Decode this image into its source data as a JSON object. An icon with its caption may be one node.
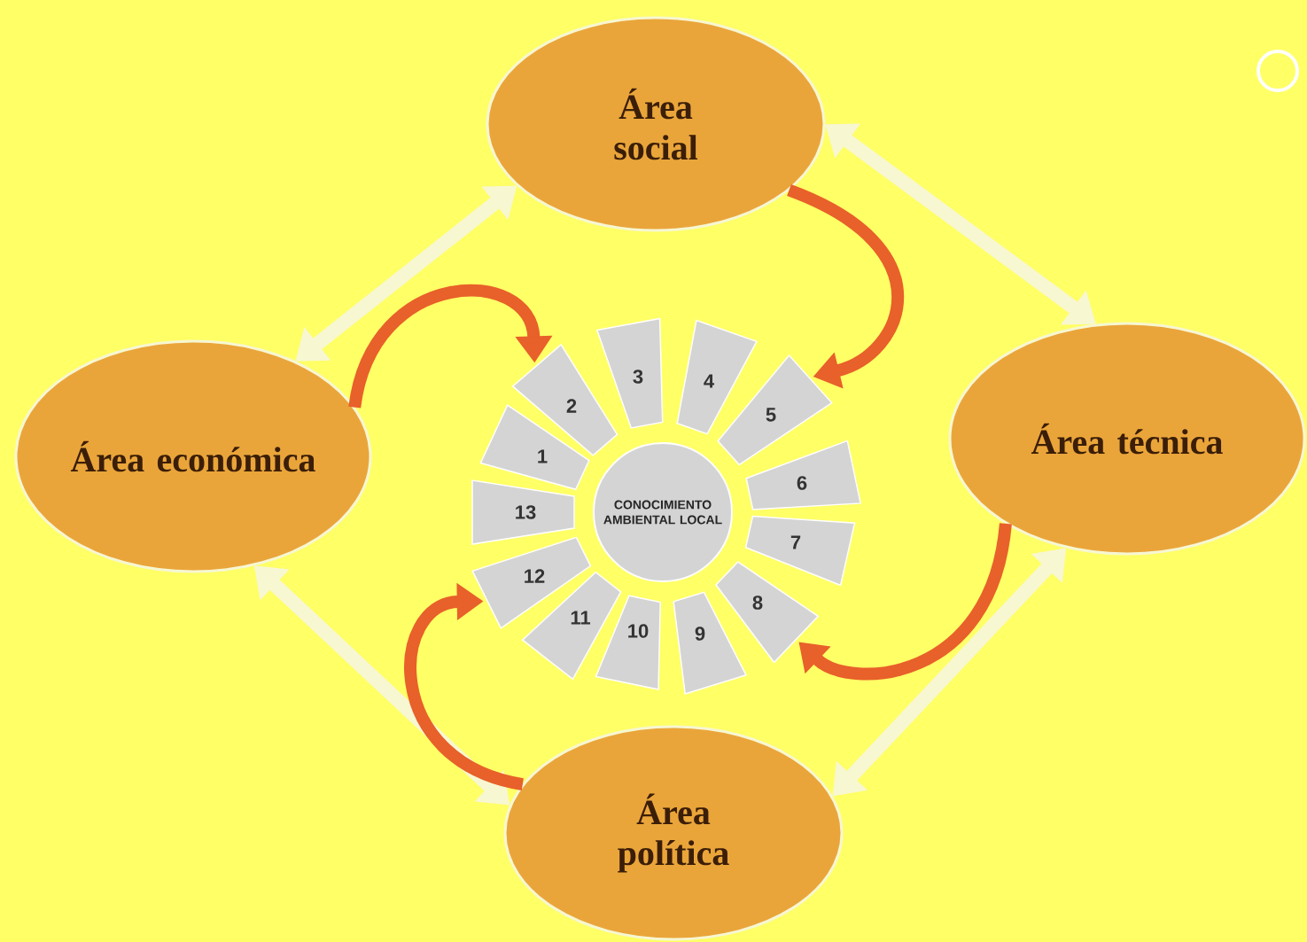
{
  "diagram": {
    "nodes": [
      {
        "text": [
          "Área social"
        ]
      },
      {
        "text": [
          "Área económica"
        ]
      },
      {
        "text": [
          "CONOCIMIENTO AMBIENTAL LOCAL"
        ]
      },
      {
        "text": [
          "Área técnica"
        ]
      },
      {
        "text": [
          "Área política"
        ]
      },
      {
        "text": [
          "1"
        ]
      },
      {
        "text": [
          "2"
        ]
      },
      {
        "text": [
          "3"
        ]
      },
      {
        "text": [
          "4"
        ]
      },
      {
        "text": [
          "5"
        ]
      },
      {
        "text": [
          "6"
        ]
      },
      {
        "text": [
          "7"
        ]
      },
      {
        "text": [
          "8"
        ]
      },
      {
        "text": [
          "9"
        ]
      },
      {
        "text": [
          "10"
        ]
      },
      {
        "text": [
          "11"
        ]
      },
      {
        "text": [
          "12"
        ]
      },
      {
        "text": [
          "13"
        ]
      }
    ],
    "edges": [
      {
        "from": 0,
        "to": 1,
        "arrow": "both"
      },
      {
        "from": 0,
        "to": 3,
        "arrow": "both"
      },
      {
        "from": 3,
        "to": 4,
        "arrow": "both"
      },
      {
        "from": 4,
        "to": 1,
        "arrow": "both"
      },
      {
        "from": 1,
        "to": 6,
        "arrow": "to",
        "color": "#e8602a"
      },
      {
        "from": 0,
        "to": 9,
        "arrow": "to",
        "color": "#e8602a"
      },
      {
        "from": 3,
        "to": 12,
        "arrow": "to",
        "color": "#e8602a"
      },
      {
        "from": 4,
        "to": 16,
        "arrow": "to",
        "color": "#e8602a"
      }
    ]
  }
}
